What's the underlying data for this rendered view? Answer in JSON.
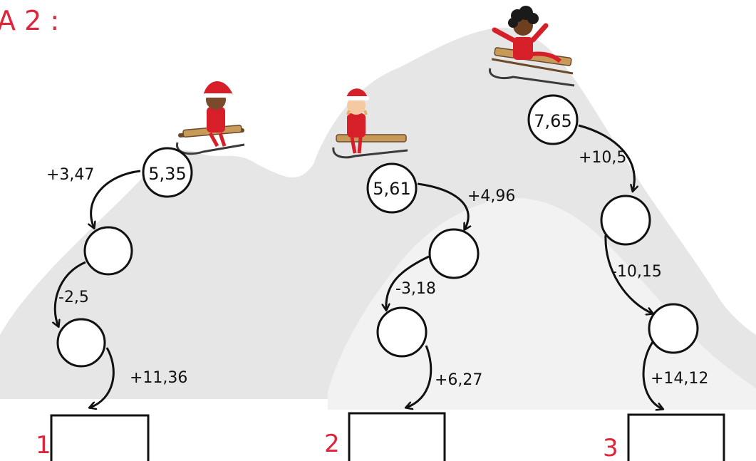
{
  "title": "A 2 :",
  "colors": {
    "mountain_back": "#e6e6e6",
    "mountain_front": "#f0f0f0",
    "ink": "#111111",
    "number_red": "#e0243a",
    "elf_red": "#d71f2a",
    "sled_wood": "#c89a5a"
  },
  "chains": [
    {
      "start_value": "5,35",
      "steps": [
        {
          "op": "+3,47"
        },
        {
          "op": "-2,5"
        },
        {
          "op": "+11,36"
        }
      ],
      "result_number": "1",
      "elf": "elf-dark-hair-icon"
    },
    {
      "start_value": "5,61",
      "steps": [
        {
          "op": "+4,96"
        },
        {
          "op": "-3,18"
        },
        {
          "op": "+6,27"
        }
      ],
      "result_number": "2",
      "elf": "elf-blond-icon"
    },
    {
      "start_value": "7,65",
      "steps": [
        {
          "op": "+10,5"
        },
        {
          "op": "-10,15"
        },
        {
          "op": "+14,12"
        }
      ],
      "result_number": "3",
      "elf": "elf-curly-hair-icon"
    }
  ]
}
